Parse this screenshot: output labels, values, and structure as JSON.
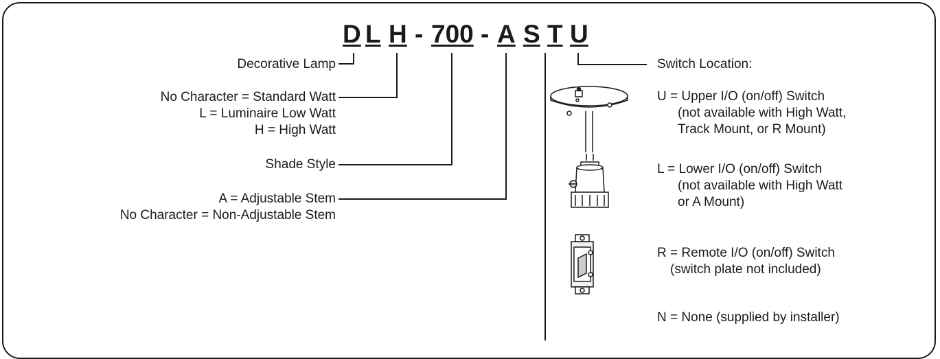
{
  "model_code": {
    "chars": [
      "D",
      "L",
      "H",
      "700",
      "A",
      "S",
      "T",
      "U"
    ],
    "separator": "-"
  },
  "left_labels": {
    "decorative_lamp": "Decorative Lamp",
    "watt_line1": "No Character = Standard Watt",
    "watt_line2": "L = Luminaire Low Watt",
    "watt_line3": "H = High Watt",
    "shade_style": "Shade Style",
    "stem_line1": "A = Adjustable Stem",
    "stem_line2": "No Character = Non-Adjustable Stem"
  },
  "switch": {
    "title": "Switch Location:",
    "upper_line1": "U = Upper I/O (on/off) Switch",
    "upper_line2": "(not available with High Watt,",
    "upper_line3": "Track Mount, or R Mount)",
    "lower_line1": "L  = Lower I/O (on/off) Switch",
    "lower_line2": "(not available with High Watt",
    "lower_line3": "or A Mount)",
    "remote_line1": "R = Remote I/O (on/off) Switch",
    "remote_line2": "(switch plate not included)",
    "none_line1": "N = None (supplied by installer)"
  },
  "icons": {
    "upper": "canopy-switch-icon",
    "lower": "socket-switch-icon",
    "remote": "toggle-switch-icon"
  }
}
